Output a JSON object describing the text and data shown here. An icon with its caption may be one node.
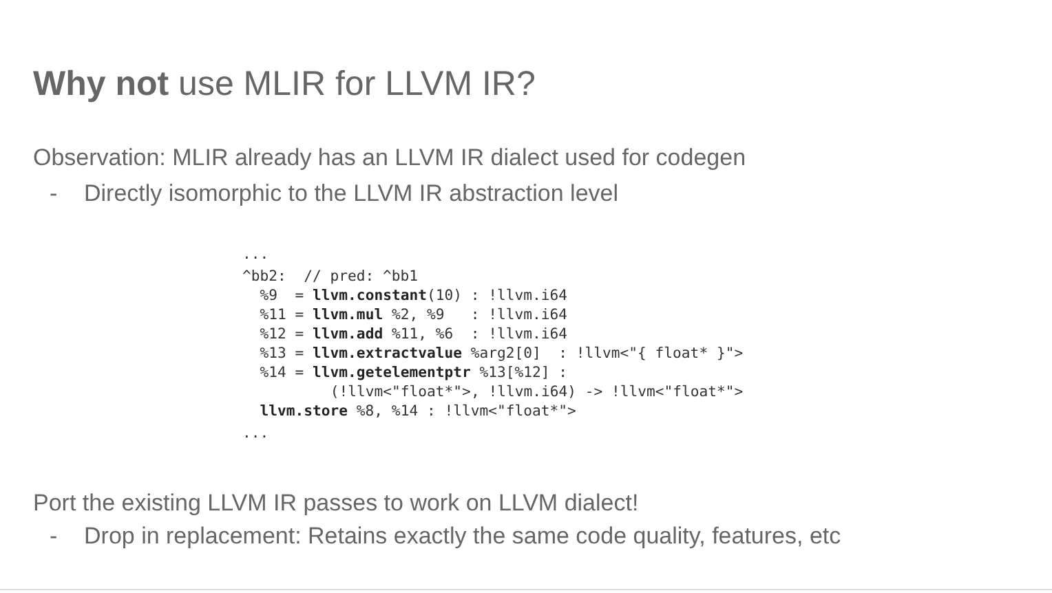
{
  "diagram": {
    "title": "**Why not** use MLIR for LLVM IR?",
    "labels": [
      "Observation: MLIR already has an LLVM IR dialect used for codegen",
      "-",
      "Directly isomorphic to the LLVM IR abstraction level",
      "...",
      "^bb2:  // pred: ^bb1",
      "%9  = **llvm.constant**(10) : !llvm.i64",
      "%11 = **llvm.mul** %2, %9   : !llvm.i64",
      "%12 = **llvm.add** %11, %6  : !llvm.i64",
      "%13 = **llvm.extractvalue** %arg2[0]  : !llvm<\"{ float* }\">",
      "%14 = **llvm.getelementptr** %13[%12] :",
      "(!llvm<\"float*\">, !llvm.i64) -> !llvm<\"float*\">",
      "**llvm.store** %8, %14 : !llvm<\"float*\">",
      "...",
      "Port the existing LLVM IR passes to work on LLVM dialect!",
      "-",
      "Drop in replacement: Retains exactly the same code quality, features, etc"
    ]
  }
}
